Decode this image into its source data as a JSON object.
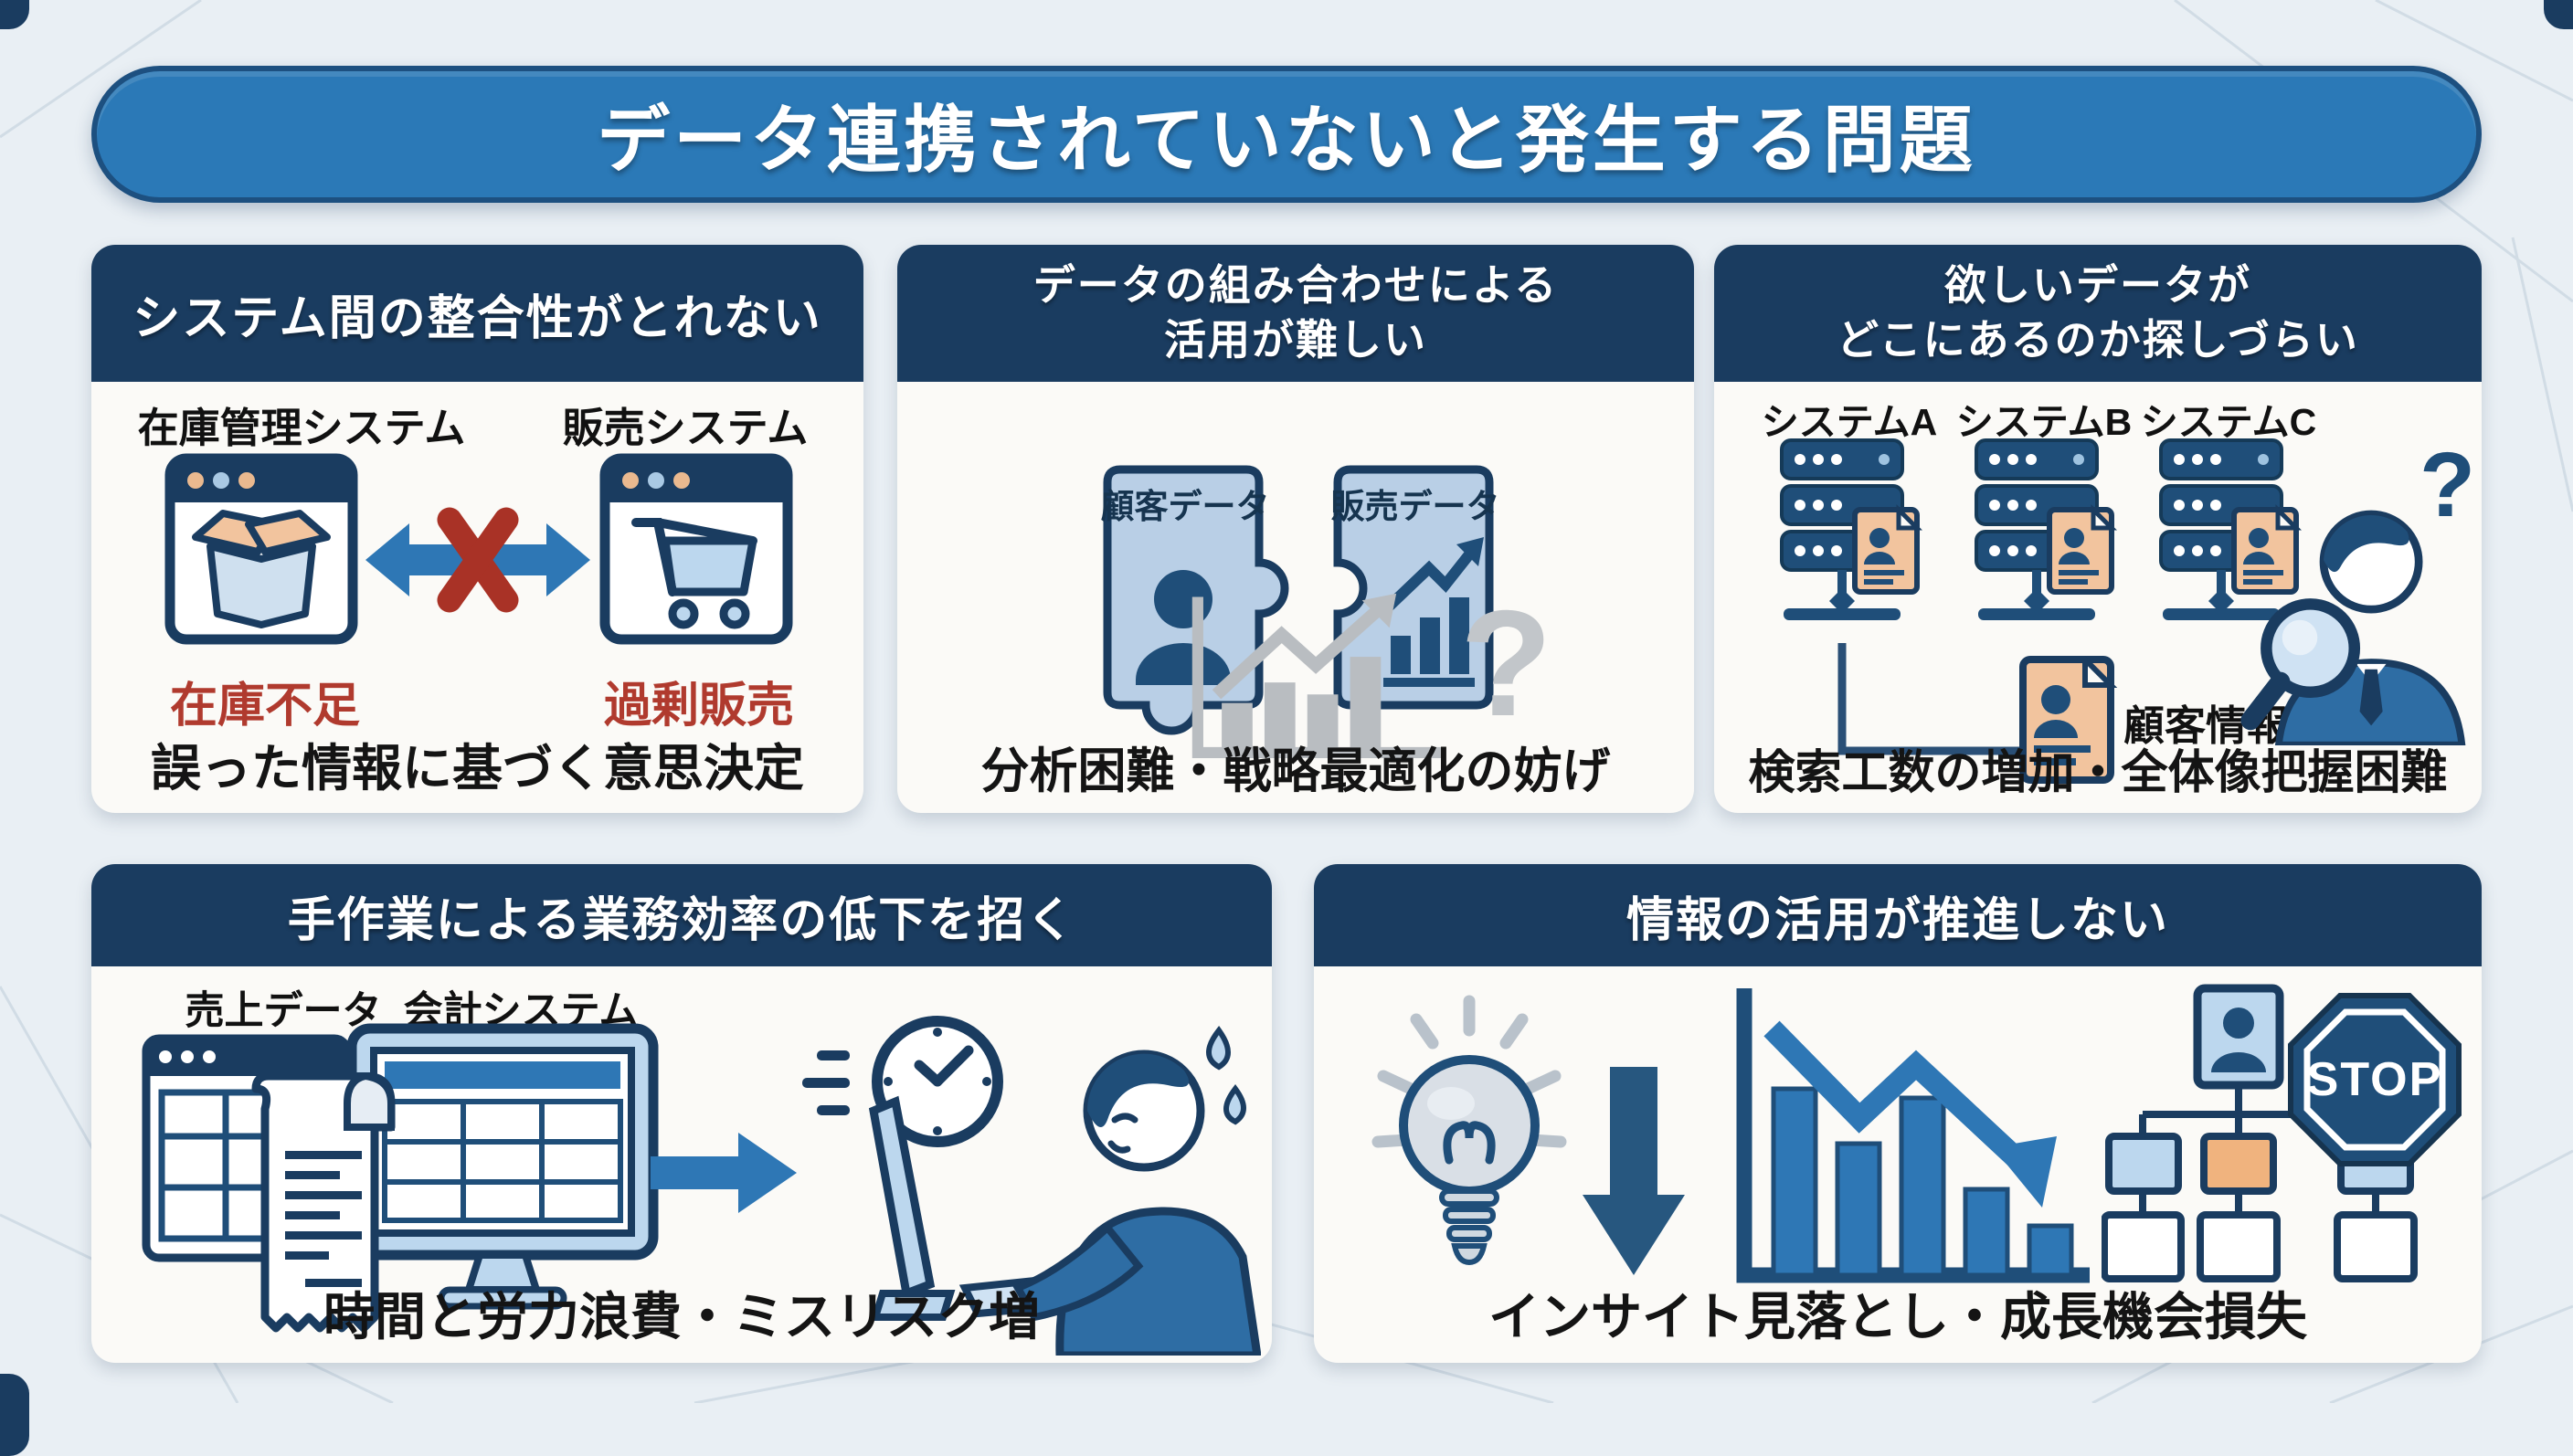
{
  "page": {
    "title": "データ連携されていないと発生する問題"
  },
  "colors": {
    "banner_blue": "#2b79b7",
    "header_navy": "#1a3c60",
    "accent_blue": "#2e77b5",
    "light_blue": "#bcd7ee",
    "alert_red": "#b03a2e",
    "doc_orange": "#f2c49e",
    "muted_gray": "#b9bdc1",
    "card_bg": "#fbfaf7",
    "page_bg": "#e9eff4"
  },
  "cards": [
    {
      "header": "システム間の整合性がとれない",
      "left_system_label": "在庫管理システム",
      "right_system_label": "販売システム",
      "left_status": "在庫不足",
      "right_status": "過剰販売",
      "caption": "誤った情報に基づく意思決定"
    },
    {
      "header_line1": "データの組み合わせによる",
      "header_line2": "活用が難しい",
      "puzzle_left_label": "顧客データ",
      "puzzle_right_label": "販売データ",
      "question_mark": "?",
      "caption": "分析困難・戦略最適化の妨げ"
    },
    {
      "header_line1": "欲しいデータが",
      "header_line2": "どこにあるのか探しづらい",
      "system_labels": [
        "システムA",
        "システムB",
        "システムC"
      ],
      "doc_label": "顧客情報",
      "question_mark": "?",
      "caption": "検索工数の増加・全体像把握困難"
    },
    {
      "header": "手作業による業務効率の低下を招く",
      "left_label": "売上データ",
      "right_label": "会計システム",
      "caption": "時間と労力浪費・ミスリスク増"
    },
    {
      "header": "情報の活用が推進しない",
      "stop_label": "STOP",
      "caption": "インサイト見落とし・成長機会損失"
    }
  ]
}
